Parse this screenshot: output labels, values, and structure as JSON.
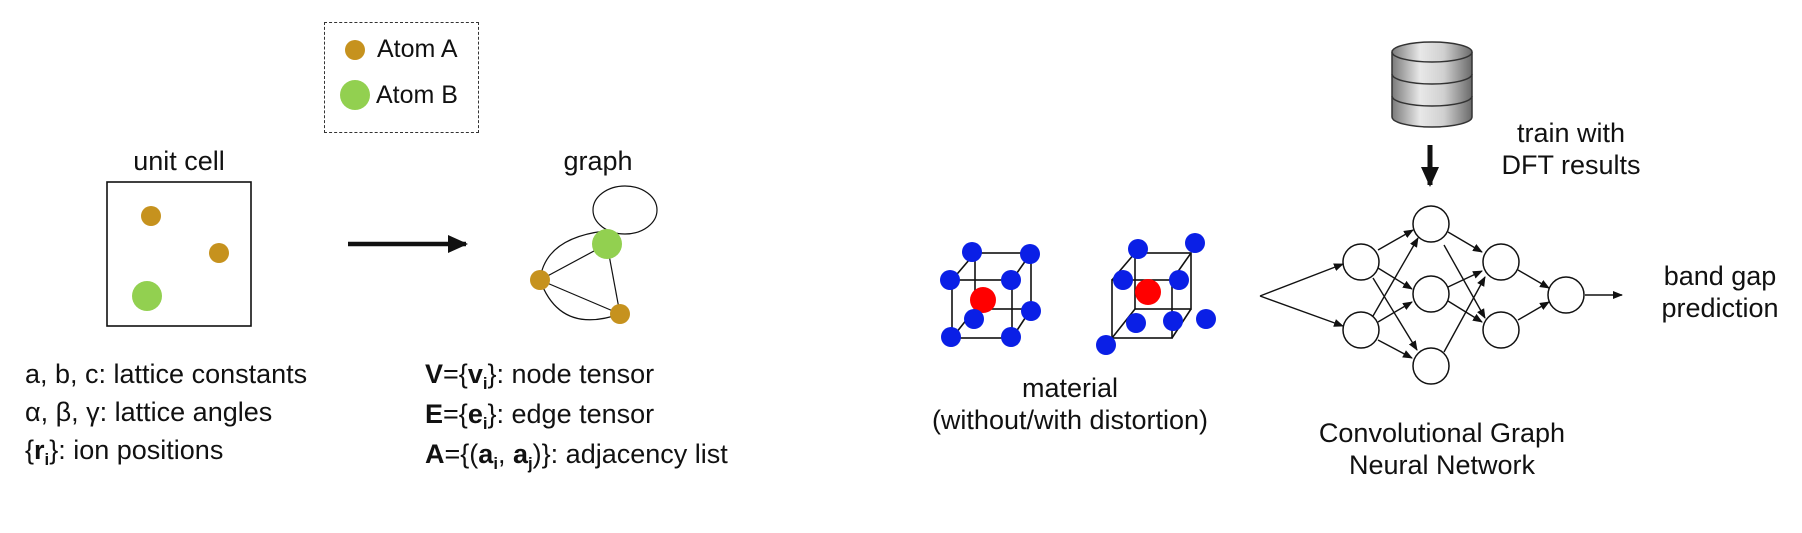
{
  "colors": {
    "atom_a": "#C6921E",
    "atom_b": "#92D050",
    "blue_atom": "#0A1FE6",
    "red_atom": "#FF0000",
    "line": "#111111"
  },
  "legend": {
    "atom_a": "Atom A",
    "atom_b": "Atom B"
  },
  "unit_cell": {
    "title": "unit cell",
    "definitions": [
      "a, b, c: lattice constants",
      "α, β, γ: lattice angles",
      "}: ion positions"
    ],
    "r_sym": "r",
    "r_sub": "i",
    "brace_open": "{"
  },
  "graph": {
    "title": "graph",
    "v_line": {
      "sym": "V",
      "eq": "={",
      "var": "v",
      "sub": "i",
      "rest": "}: node tensor"
    },
    "e_line": {
      "sym": "E",
      "eq": "={",
      "var": "e",
      "sub": "i",
      "rest": "}: edge tensor"
    },
    "a_line": {
      "sym": "A",
      "eq": "={(",
      "var1": "a",
      "sub1": "i",
      "sep": ", ",
      "var2": "a",
      "sub2": "j",
      "rest": ")}: adjacency list"
    }
  },
  "material": {
    "line1": "material",
    "line2": "(without/with distortion)"
  },
  "network": {
    "line1": "Convolutional Graph",
    "line2": "Neural Network"
  },
  "training": {
    "line1": "train with",
    "line2": "DFT results",
    "database_icon": "database-icon"
  },
  "output": {
    "line1": "band gap",
    "line2": "prediction"
  }
}
